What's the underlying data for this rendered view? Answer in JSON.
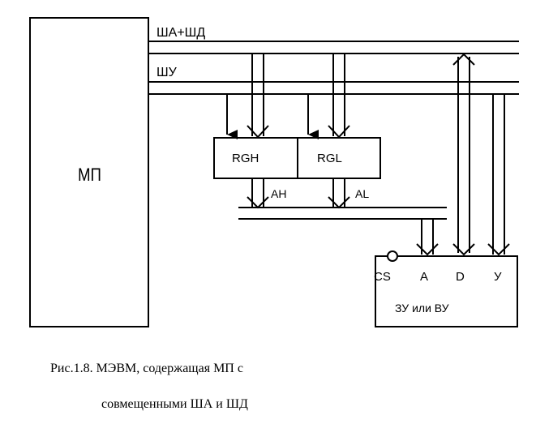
{
  "diagram": {
    "mp_label": "МП",
    "bus_addr_data_label": "ША+ШД",
    "bus_control_label": "ШУ",
    "rgh_label": "RGH",
    "rgl_label": "RGL",
    "ah_label": "AH",
    "al_label": "AL",
    "device": {
      "cs_label": "CS",
      "a_label": "A",
      "d_label": "D",
      "y_label": "У",
      "name": "ЗУ или ВУ"
    },
    "caption": {
      "line1": "Рис.1.8. МЭВМ, содержащая МП с",
      "line2": "совмещенными ША и ШД"
    }
  },
  "colors": {
    "stroke": "#000000",
    "background": "#ffffff"
  }
}
